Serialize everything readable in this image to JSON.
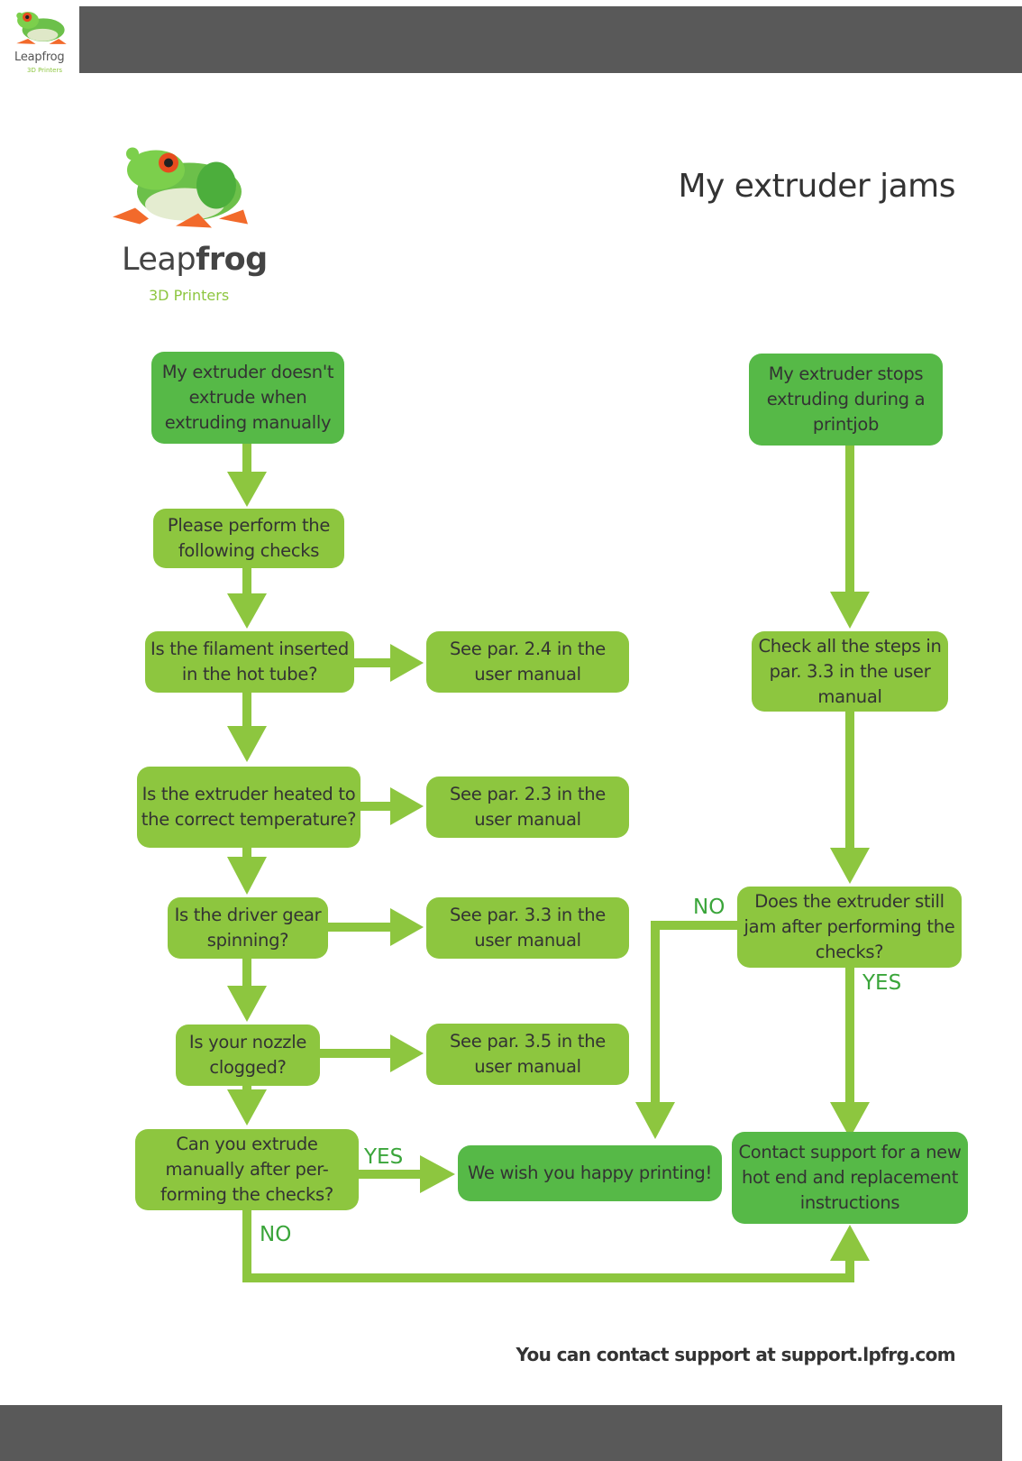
{
  "header": {
    "brand_word_light": "Leap",
    "brand_word_bold": "frog",
    "brand_sub": "3D Printers"
  },
  "title": "My extruder jams",
  "flow": {
    "left_start": "My extruder doesn't extrude when extruding manually",
    "left_checks": "Please perform the following checks",
    "q_filament": "Is the filament inserted in the hot tube?",
    "a_filament": "See par. 2.4 in the user manual",
    "q_heated": "Is the extruder heated to the correct temperature?",
    "a_heated": "See par. 2.3 in the user manual",
    "q_gear": "Is the driver gear spinning?",
    "a_gear": "See par. 3.3 in the user manual",
    "q_nozzle": "Is your nozzle clogged?",
    "a_nozzle": "See par. 3.5 in the user manual",
    "q_manual": "Can you extrude manually after per-forming the checks?",
    "happy": "We wish you happy printing!",
    "right_start": "My extruder stops extruding during a printjob",
    "right_checks": "Check all the steps in par. 3.3 in the user manual",
    "q_still_jam": "Does the extruder still jam after performing the checks?",
    "contact": "Contact support for a new hot end and replacement instructions",
    "label_yes_left": "YES",
    "label_no_left": "NO",
    "label_no_right": "NO",
    "label_yes_right": "YES"
  },
  "footer": {
    "contact_note": "You can contact support at support.lpfrg.com"
  },
  "colors": {
    "light_green": "#8dc63f",
    "dark_green": "#56b947",
    "arrow_green": "#8dc63f",
    "bar_gray": "#595959"
  }
}
